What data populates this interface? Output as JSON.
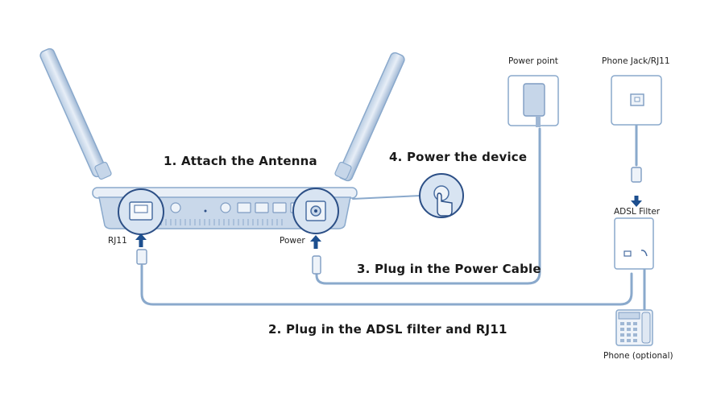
{
  "steps": {
    "step1": "1. Attach the Antenna",
    "step2": "2. Plug in the ADSL filter and RJ11",
    "step3": "3. Plug in the Power Cable",
    "step4": "4. Power the device"
  },
  "labels": {
    "rj11": "RJ11",
    "power": "Power",
    "power_point": "Power point",
    "phone_jack": "Phone Jack/RJ11",
    "adsl_filter": "ADSL Filter",
    "phone": "Phone (optional)"
  },
  "colors": {
    "line": "#8aa9cc",
    "fill": "#dfe8f3",
    "dark": "#2c4f86",
    "arrow": "#1d4f8f"
  }
}
